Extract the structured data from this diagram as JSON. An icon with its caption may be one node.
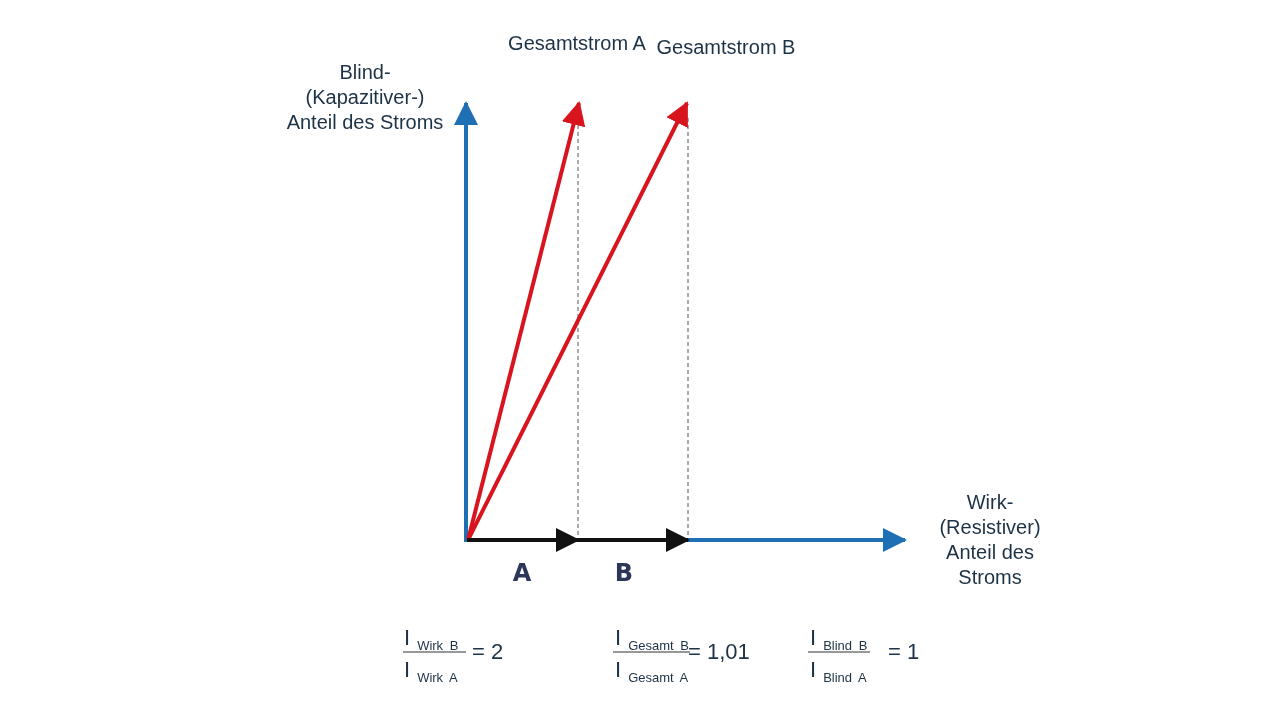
{
  "diagram": {
    "labels": [
      "Blind- (Kapazitiver-) Anteil des Stroms",
      "Gesamtstrom A",
      "Gesamtstrom B",
      "Wirk- (Resistiver) Anteil des Stroms",
      "A",
      "B",
      "I$_{Wirk B}$",
      "I$_{Gesamt B}$",
      "I$_{Blind B}$",
      "= 2",
      "= 1,01",
      "= 1",
      "I$_{Wirk A}$",
      "I$_{Gesamt A}$",
      "I$_{Blind A}$"
    ]
  }
}
